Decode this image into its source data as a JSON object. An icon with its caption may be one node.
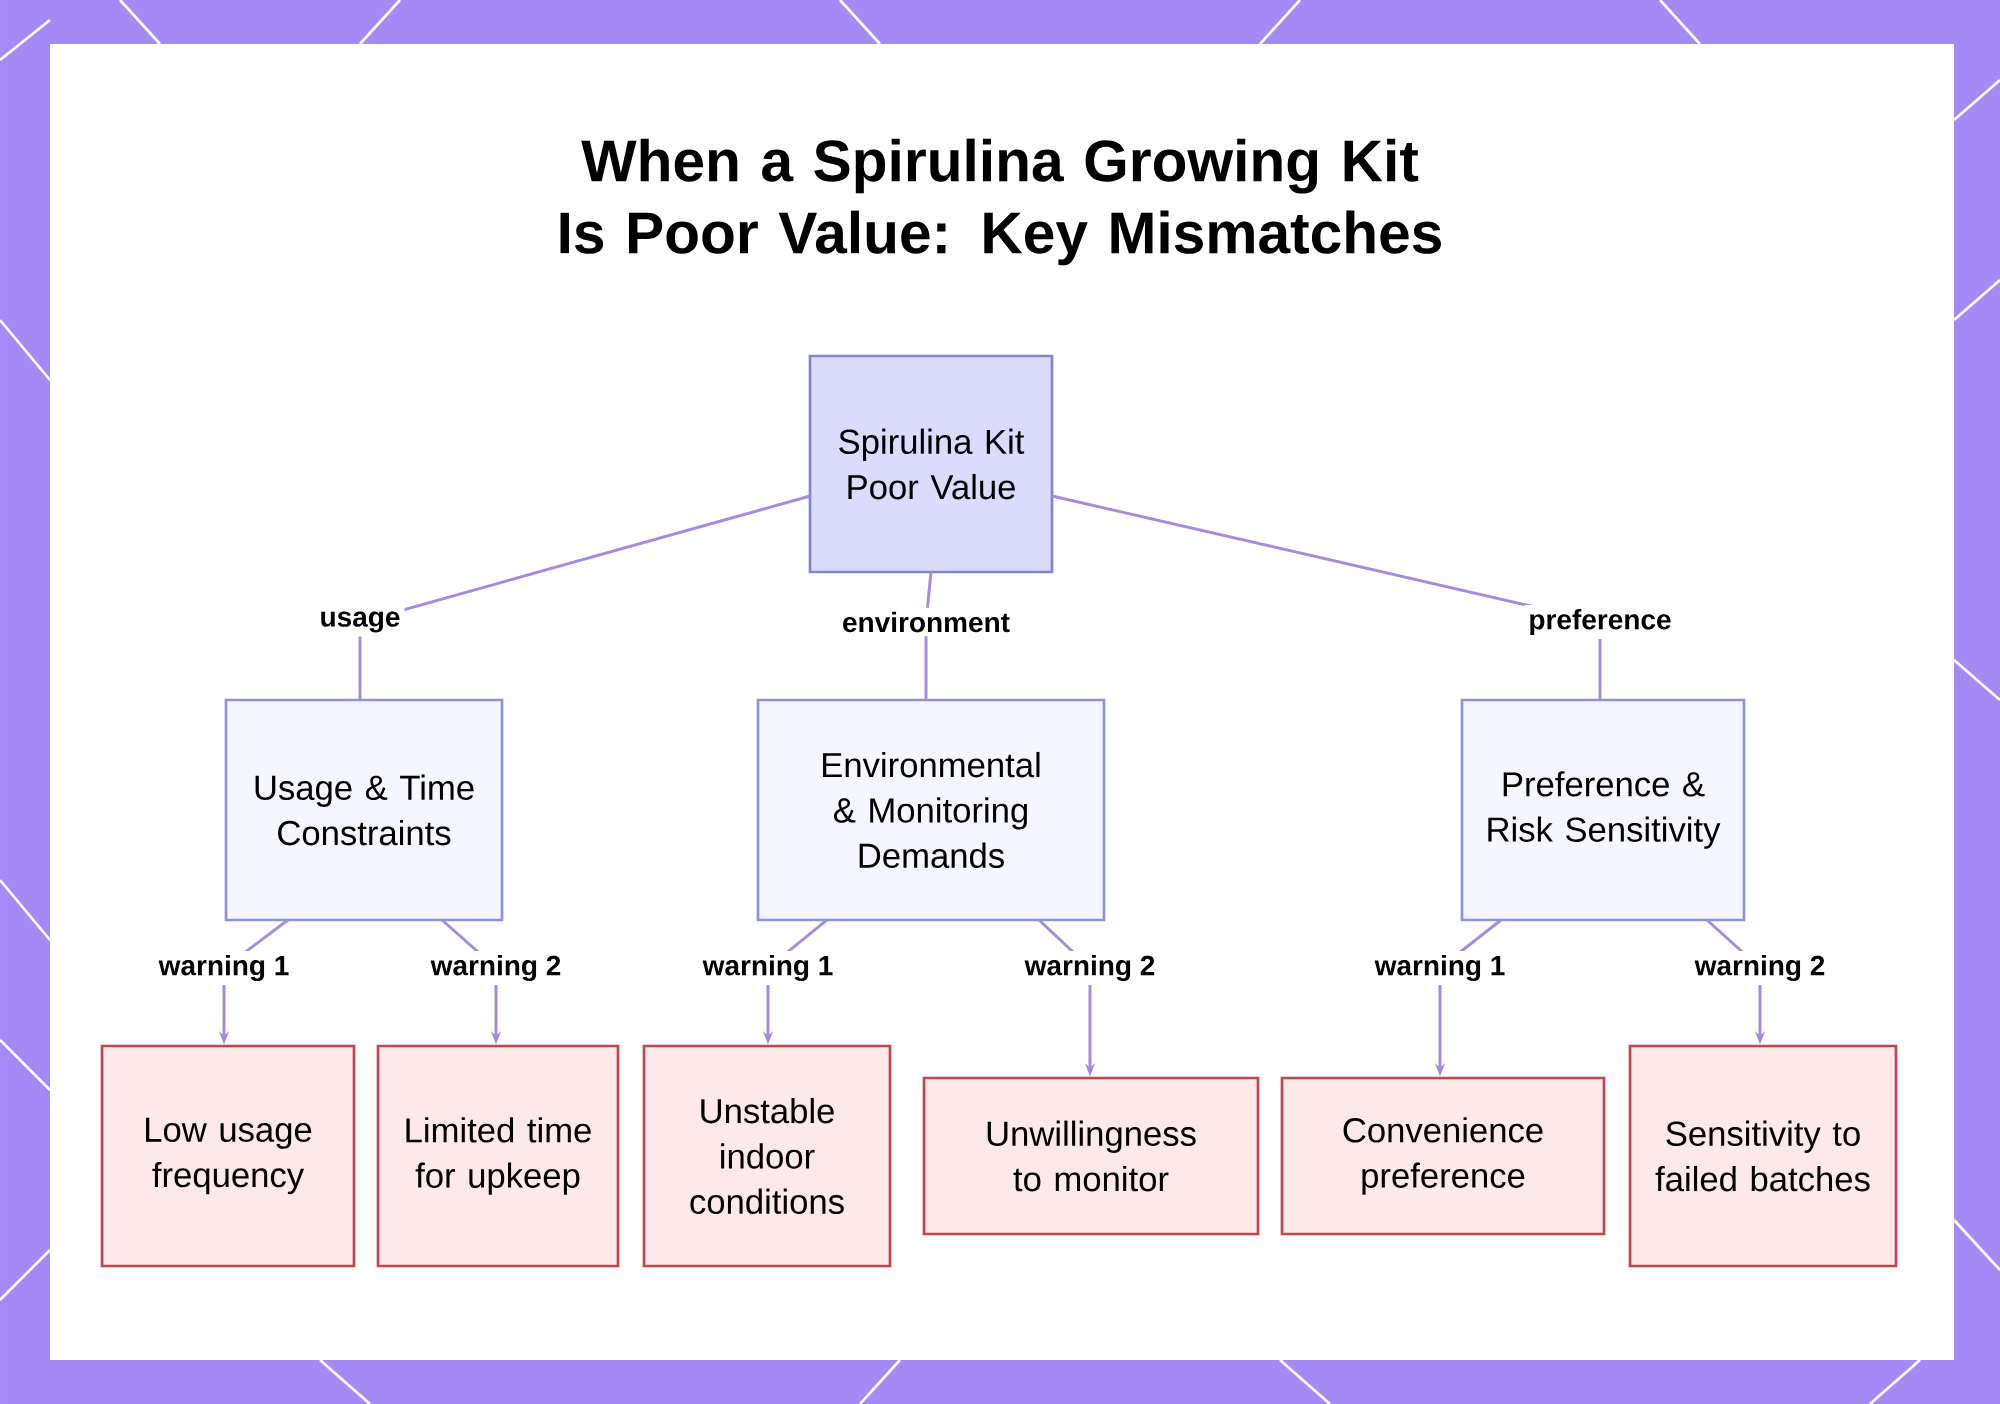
{
  "diagram": {
    "title": "When a Spirulina Growing Kit Is Poor Value: Key Mismatches",
    "nodes": [
      {
        "text": [
          "Spirulina Kit Poor Value"
        ]
      },
      {
        "text": [
          "Usage & Time Constraints"
        ]
      },
      {
        "text": [
          "Environmental & Monitoring Demands"
        ]
      },
      {
        "text": [
          "Preference & Risk Sensitivity"
        ]
      },
      {
        "text": [
          "Low usage frequency"
        ]
      },
      {
        "text": [
          "Limited time for upkeep"
        ]
      },
      {
        "text": [
          "Unstable indoor conditions"
        ]
      },
      {
        "text": [
          "Unwillingness to monitor"
        ]
      },
      {
        "text": [
          "Convenience preference"
        ]
      },
      {
        "text": [
          "Sensitivity to failed batches"
        ]
      }
    ],
    "edges": [
      {
        "from": 0,
        "to": 1,
        "arrow": "none",
        "label": "usage"
      },
      {
        "from": 0,
        "to": 2,
        "arrow": "none",
        "label": "environment"
      },
      {
        "from": 0,
        "to": 3,
        "arrow": "none",
        "label": "preference"
      },
      {
        "from": 1,
        "to": 4,
        "arrow": "to",
        "label": "warning 1"
      },
      {
        "from": 1,
        "to": 5,
        "arrow": "to",
        "label": "warning 2"
      },
      {
        "from": 2,
        "to": 6,
        "arrow": "to",
        "label": "warning 1"
      },
      {
        "from": 2,
        "to": 7,
        "arrow": "to",
        "label": "warning 2"
      },
      {
        "from": 3,
        "to": 8,
        "arrow": "to",
        "label": "warning 1"
      },
      {
        "from": 3,
        "to": 9,
        "arrow": "to",
        "label": "warning 2"
      }
    ]
  }
}
